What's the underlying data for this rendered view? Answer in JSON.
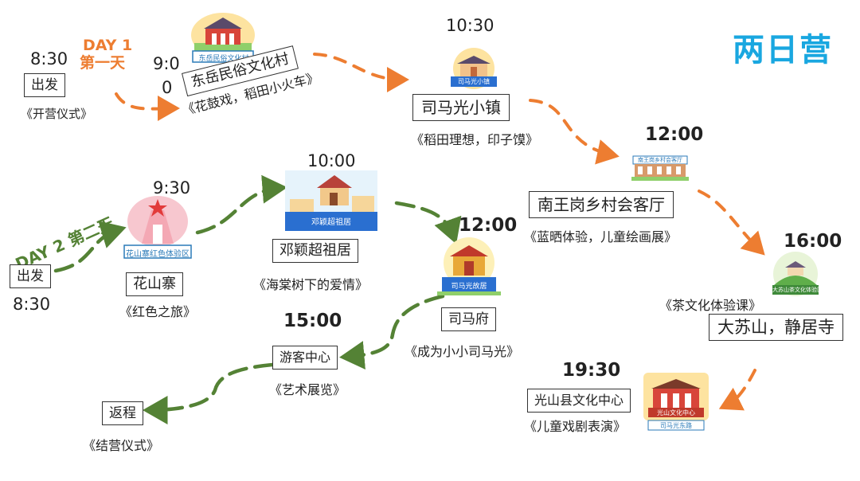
{
  "title": "两日营",
  "colors": {
    "day1": "#ed7d31",
    "day2": "#548235",
    "title": "#19a7e0"
  },
  "day1": {
    "label_en": "DAY 1",
    "label_cn": "第一天",
    "stops": [
      {
        "time": "8:30",
        "name": "出发",
        "activity": "《开营仪式》"
      },
      {
        "time_a": "9:0",
        "time_b": "0",
        "name": "东岳民俗文化村",
        "activity": "《花鼓戏，稻田小火车》",
        "sign": "东岳民俗文化村"
      },
      {
        "time": "10:30",
        "name": "司马光小镇",
        "activity": "《稻田理想，印子馍》",
        "sign": "司马光小镇"
      },
      {
        "time": "12:00",
        "name": "南王岗乡村会客厅",
        "activity": "《蓝晒体验，儿童绘画展》",
        "sign": "南王岗乡村会客厅"
      },
      {
        "time": "16:00",
        "name": "大苏山，静居寺",
        "activity": "《茶文化体验课》",
        "sign": "大苏山茶文化体验区"
      },
      {
        "time": "19:30",
        "name": "光山县文化中心",
        "activity": "《儿童戏剧表演》",
        "sign": "光山文化中心",
        "sign2": "司马光东路"
      }
    ]
  },
  "day2": {
    "label": "DAY 2 第二天",
    "stops": [
      {
        "time": "8:30",
        "name": "出发"
      },
      {
        "time": "9:30",
        "name": "花山寨",
        "activity": "《红色之旅》",
        "sign": "花山寨红色体验区"
      },
      {
        "time": "10:00",
        "name": "邓颖超祖居",
        "activity": "《海棠树下的爱情》",
        "sign": "邓颖超祖居"
      },
      {
        "time": "12:00",
        "name": "司马府",
        "activity": "《成为小小司马光》",
        "sign": "司马光故居"
      },
      {
        "time": "15:00",
        "name": "游客中心",
        "activity": "《艺术展览》"
      },
      {
        "name": "返程",
        "activity": "《结营仪式》"
      }
    ]
  }
}
